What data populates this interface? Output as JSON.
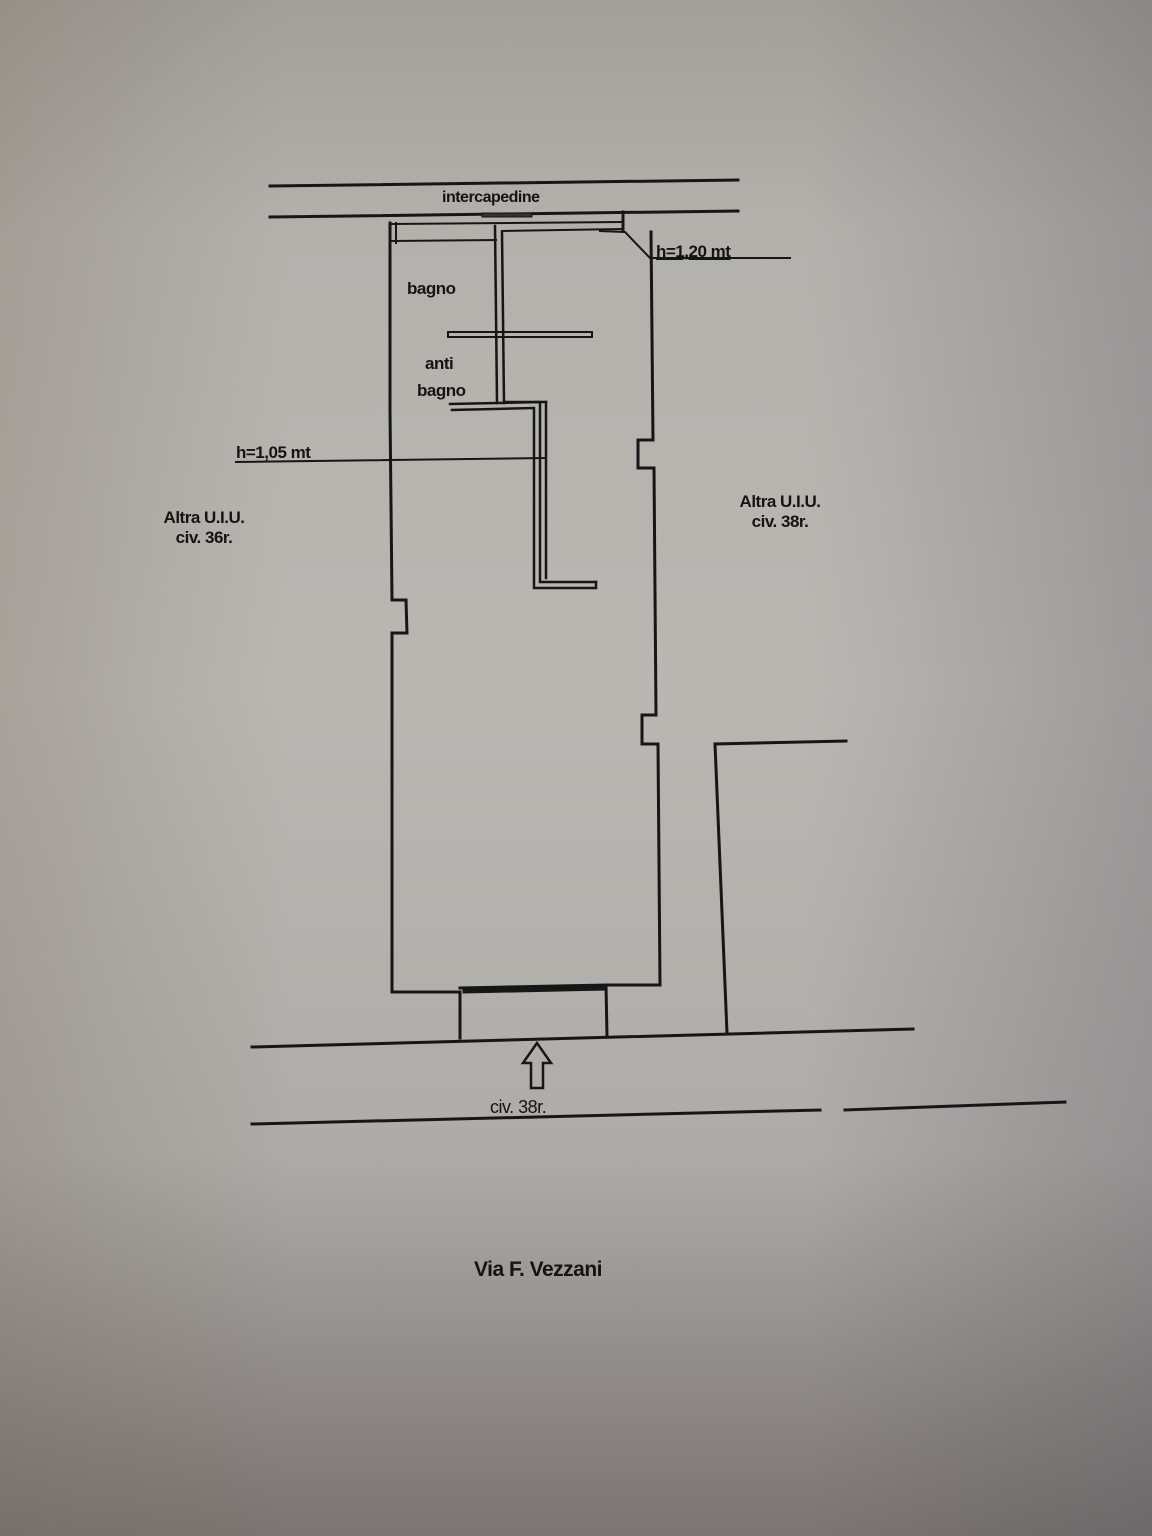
{
  "document": {
    "type": "floor-plan",
    "street_name": "Via F. Vezzani",
    "entrance_label": "civ. 38r.",
    "labels": {
      "intercapedine": "intercapedine",
      "height_top": "h=1,20 mt",
      "height_mid": "h=1,05 mt",
      "room_bagno": "bagno",
      "room_anti": "anti",
      "room_anti_bagno": "bagno",
      "neighbor_left_line1": "Altra U.I.U.",
      "neighbor_left_line2": "civ. 36r.",
      "neighbor_right_line1": "Altra U.I.U.",
      "neighbor_right_line2": "civ. 38r."
    },
    "entrance_arrow": "up-arrow"
  },
  "colors": {
    "paper": "#b7b4b0",
    "ink": "#141414"
  }
}
